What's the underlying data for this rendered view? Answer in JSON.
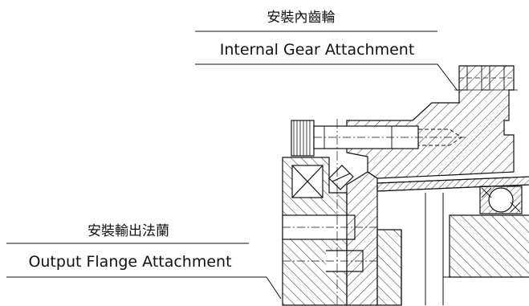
{
  "callouts": {
    "internal_gear": {
      "label_zh": "安裝內齒輪",
      "label_en": "Internal Gear Attachment"
    },
    "output_flange": {
      "label_zh": "安裝輸出法蘭",
      "label_en": "Output Flange Attachment"
    }
  },
  "colors": {
    "line": "#111111",
    "background": "#ffffff"
  }
}
